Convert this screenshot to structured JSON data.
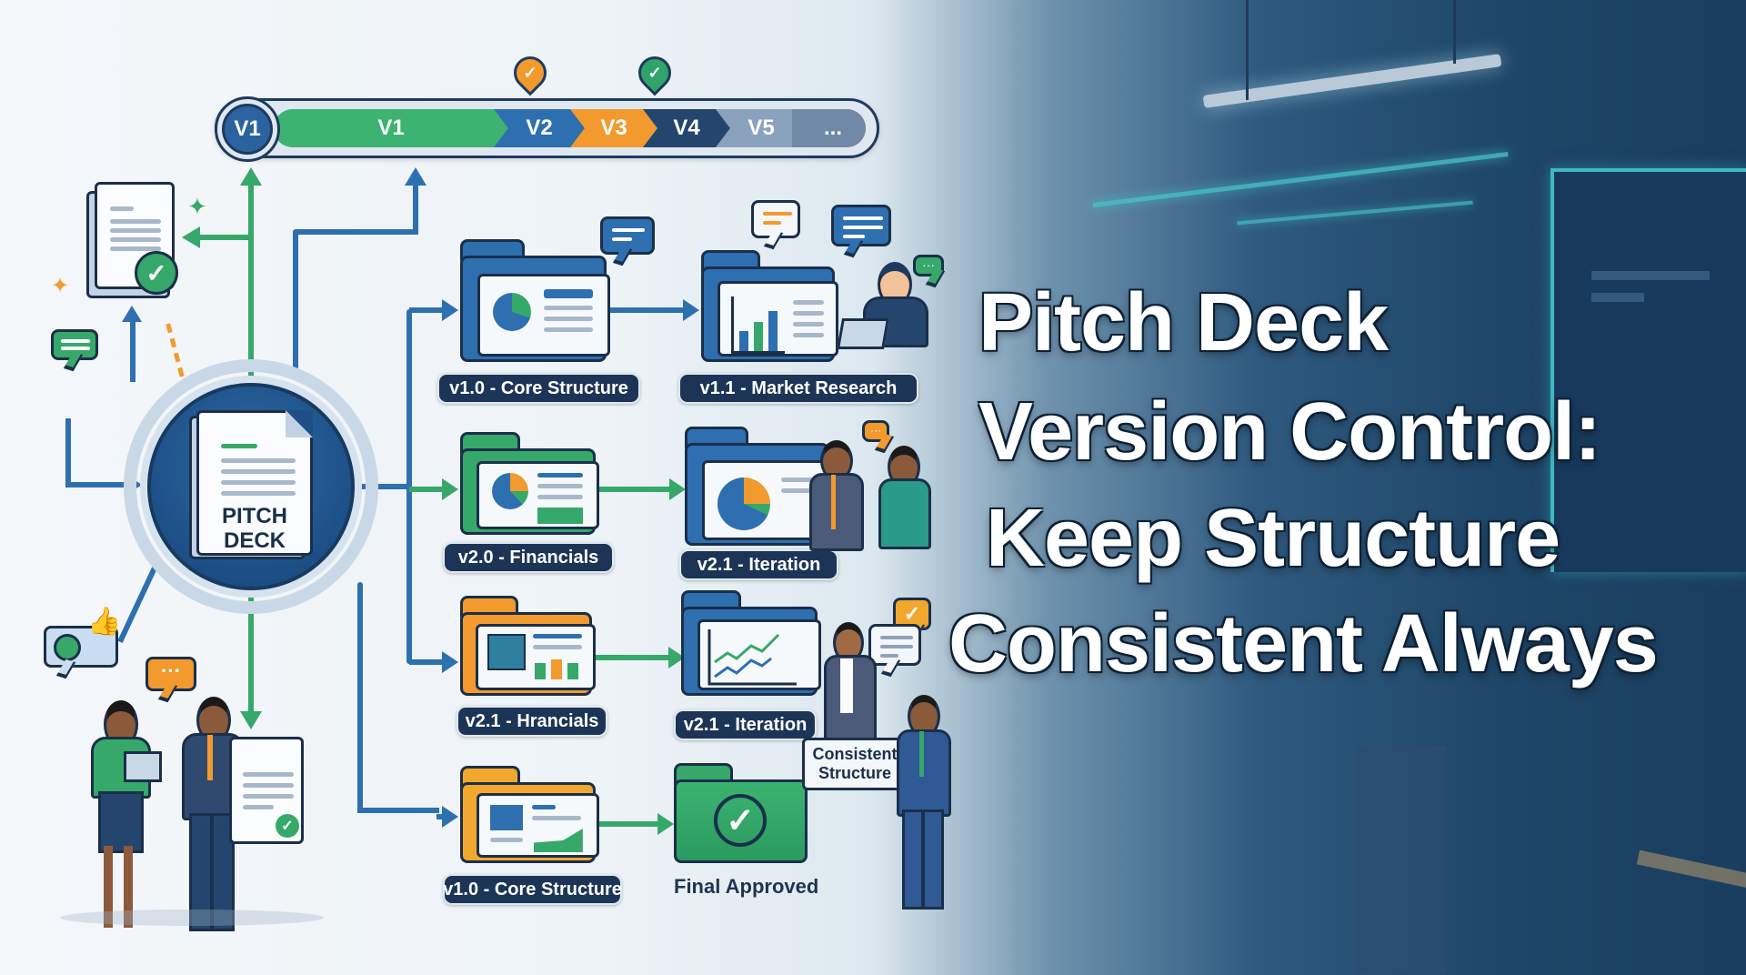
{
  "title": {
    "lines": [
      "Pitch Deck",
      "Version Control:",
      "Keep Structure",
      "Consistent Always"
    ]
  },
  "timeline": {
    "start_badge": "V1",
    "segments": [
      {
        "label": "V1",
        "color": "#3cb371"
      },
      {
        "label": "V2",
        "color": "#2e6fb0"
      },
      {
        "label": "V3",
        "color": "#f29a2e"
      },
      {
        "label": "V4",
        "color": "#24466e"
      },
      {
        "label": "V5",
        "color": "#8aa2bd"
      },
      {
        "label": "...",
        "color": "#6f89a6"
      }
    ],
    "pins": [
      {
        "color": "#f29a2e",
        "icon": "check"
      },
      {
        "color": "#2fa36a",
        "icon": "check"
      }
    ]
  },
  "center": {
    "label_line1": "PITCH",
    "label_line2": "DECK"
  },
  "versions": [
    {
      "label": "v1.0 - Core Structure",
      "folder_color": "#2e6fb0"
    },
    {
      "label": "v1.1 - Market Research",
      "folder_color": "#2e6fb0"
    },
    {
      "label": "v2.0 - Financials",
      "folder_color": "#36a86a"
    },
    {
      "label": "v2.1 - Iteration",
      "folder_color": "#2e6fb0"
    },
    {
      "label": "v2.1 - Hrancials",
      "folder_color": "#f29a2e"
    },
    {
      "label": "v2.1 - Iteration",
      "folder_color": "#2e6fb0"
    },
    {
      "label": "v1.0 - Core Structure",
      "folder_color": "#f2a82e"
    },
    {
      "label": "Final Approved",
      "folder_color": "#36a86a"
    }
  ],
  "sign": {
    "line1": "Consistent",
    "line2": "Structure"
  },
  "colors": {
    "navy": "#1a2f4a",
    "blue": "#2e6fb0",
    "green": "#36a86a",
    "orange": "#f29a2e",
    "bg_dark": "#1f4769"
  }
}
